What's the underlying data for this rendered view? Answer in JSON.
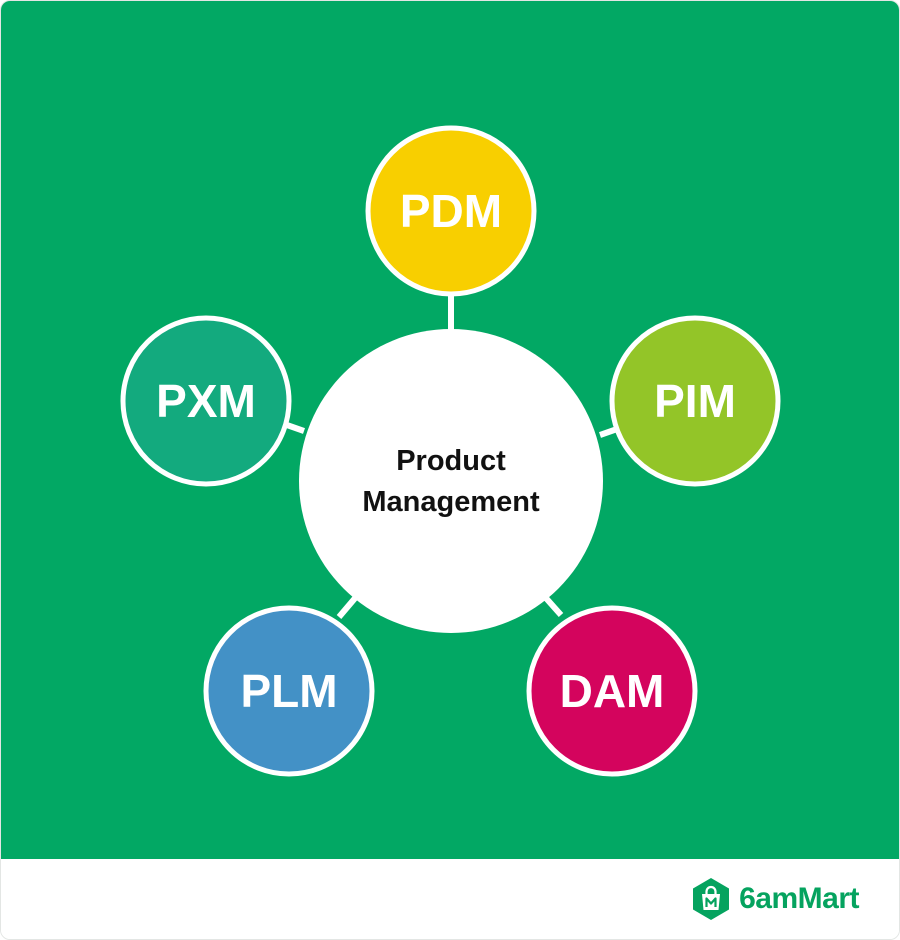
{
  "center": {
    "line1": "Product",
    "line2": "Management",
    "color": "#ffffff"
  },
  "nodes": [
    {
      "id": "pdm",
      "label": "PDM",
      "color": "#f8cf00"
    },
    {
      "id": "pim",
      "label": "PIM",
      "color": "#93c528"
    },
    {
      "id": "dam",
      "label": "DAM",
      "color": "#d4045d"
    },
    {
      "id": "plm",
      "label": "PLM",
      "color": "#4391c6"
    },
    {
      "id": "pxm",
      "label": "PXM",
      "color": "#13aa7e"
    }
  ],
  "background_color": "#02a864",
  "brand": {
    "name": "6amMart",
    "icon": "shopping-bag-icon",
    "color": "#05a35f"
  }
}
